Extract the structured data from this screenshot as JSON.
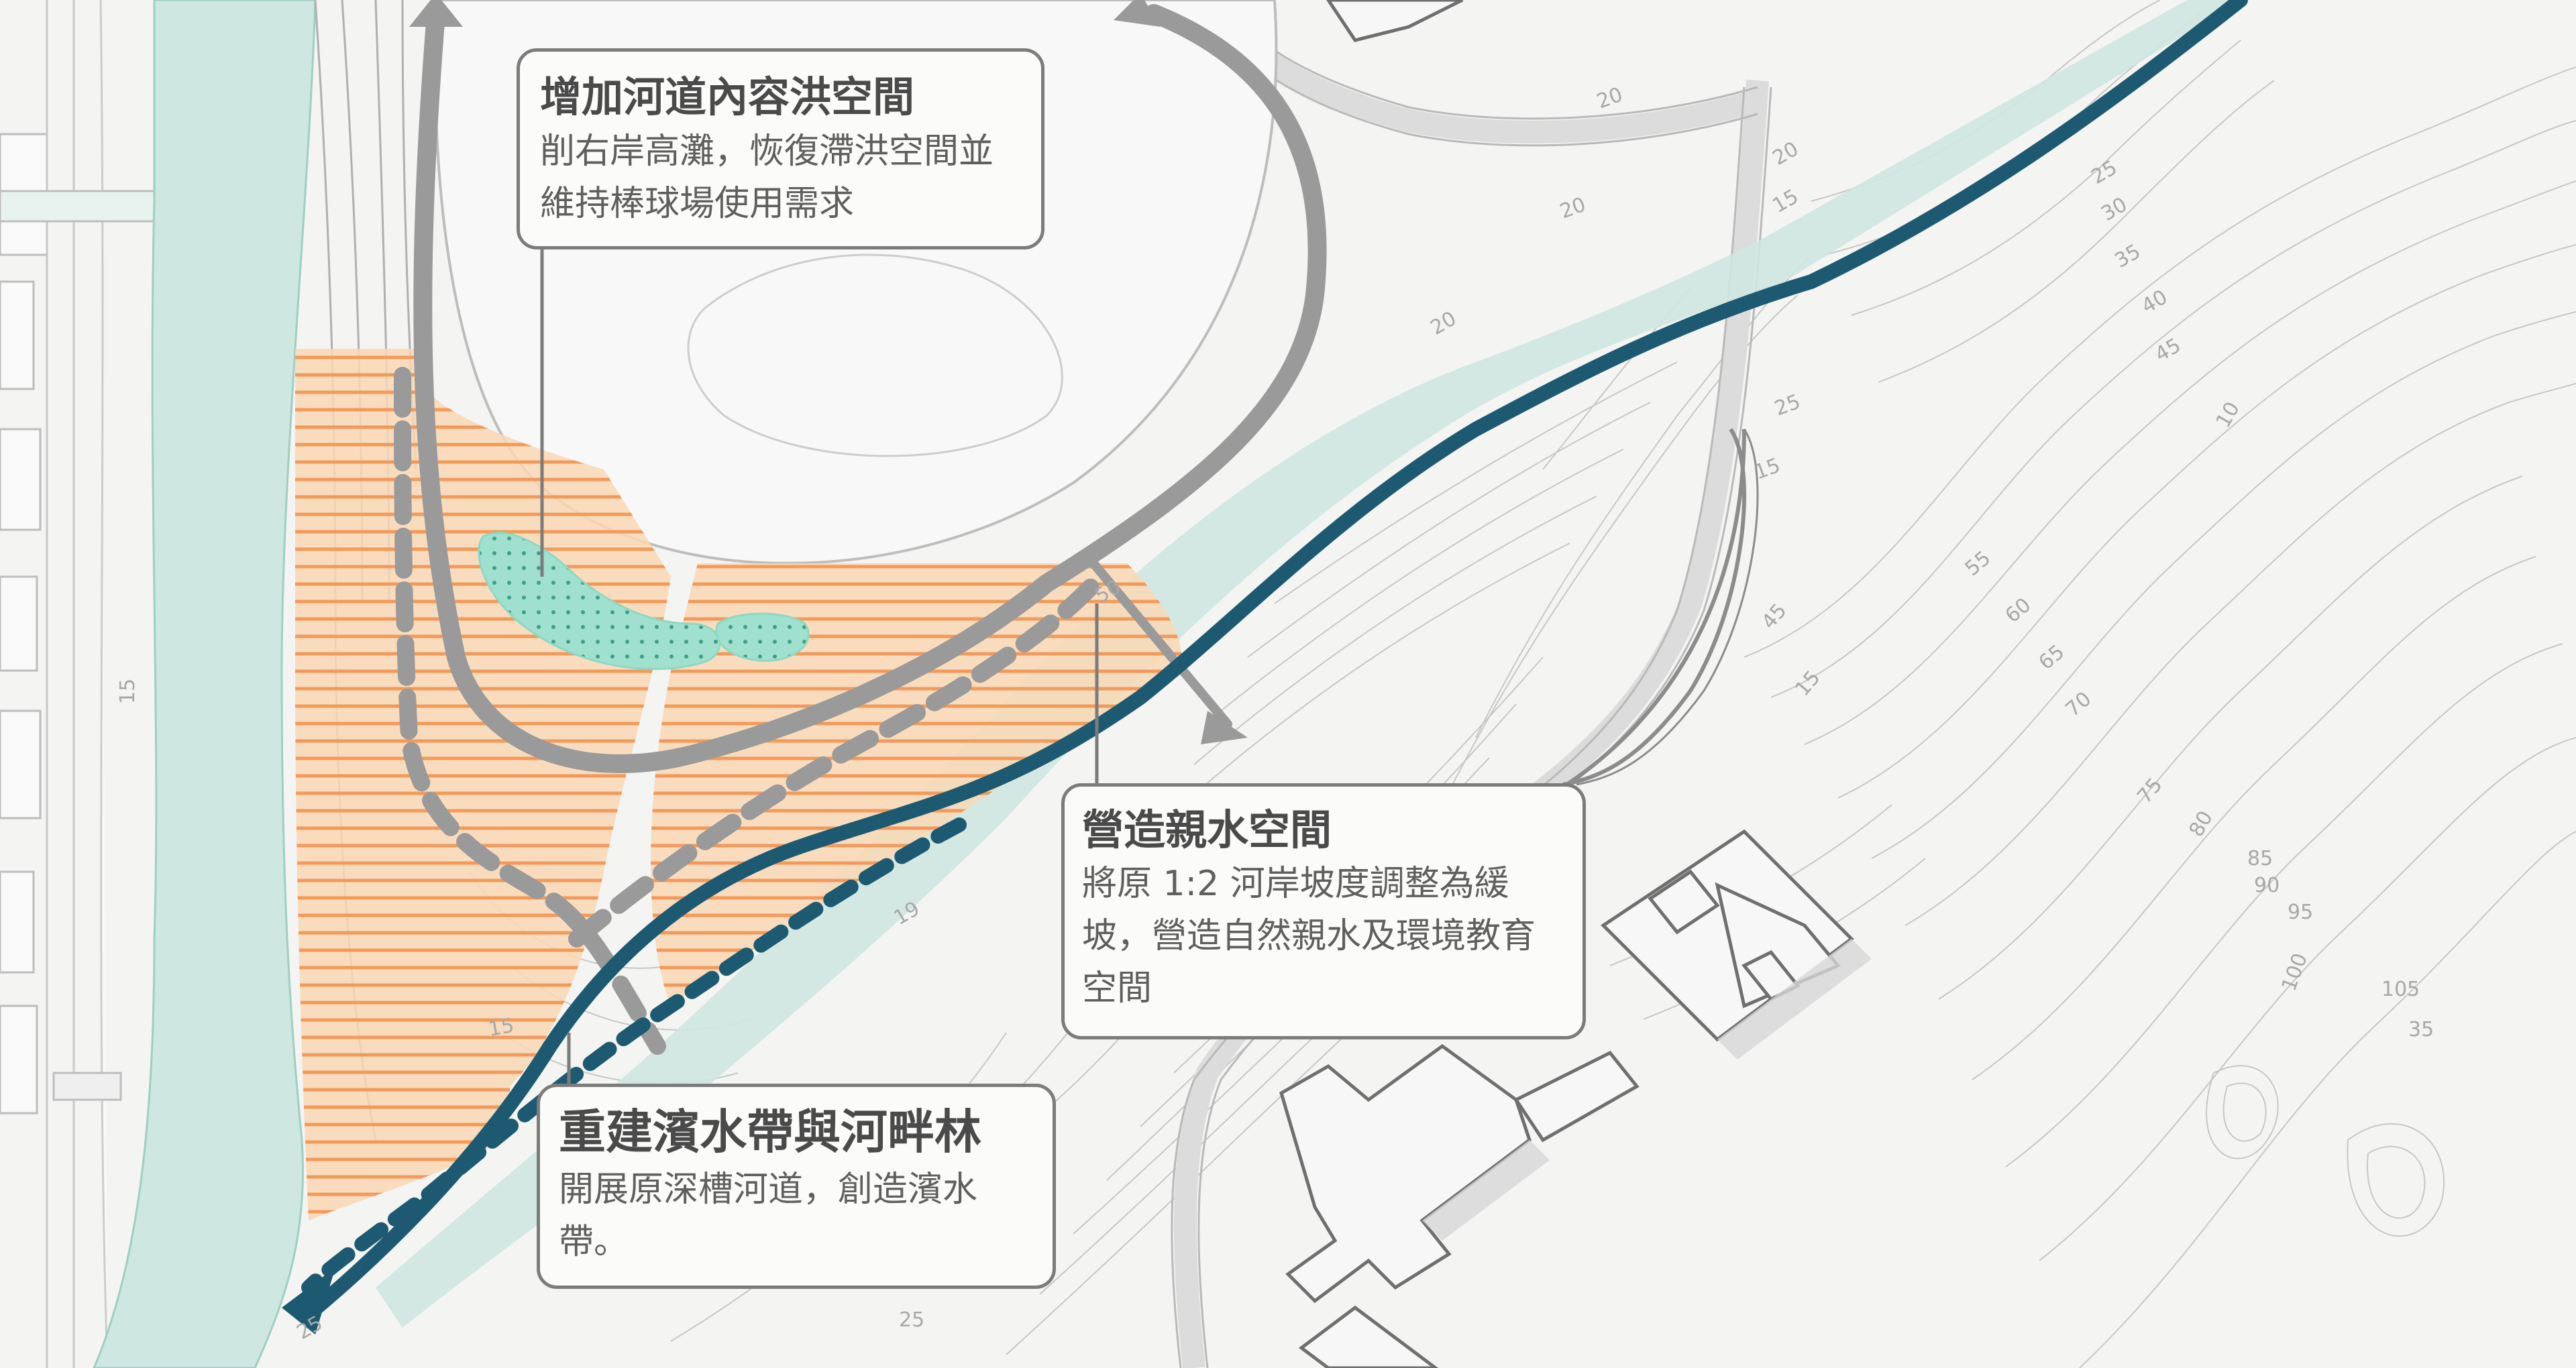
{
  "colors": {
    "background": "#f4f4f3",
    "river": "#cfe7e1",
    "flow_line": "#1d5a72",
    "gray_arrow": "#9a9a9a",
    "orange_hatch": "#f29a5c",
    "orange_fill": "#fbd9b4",
    "wetland": "#8fd8c4",
    "callout_border": "#7c7c7c"
  },
  "icons": [
    "flow-arrow-icon",
    "gray-arrow-icon",
    "dotted-wetland-icon"
  ],
  "callouts": {
    "flood_space": {
      "title": "增加河道內容洪空間",
      "body": "削右岸高灘，恢復滯洪空間並維持棒球場使用需求"
    },
    "waterfront": {
      "title": "營造親水空間",
      "body": "將原 1:2 河岸坡度調整為緩坡，營造自然親水及環境教育空間"
    },
    "riparian": {
      "title": "重建濱水帶與河畔林",
      "body": "開展原深槽河道，創造濱水帶。"
    }
  },
  "contour_labels": [
    "20",
    "20",
    "20",
    "15",
    "25",
    "30",
    "35",
    "40",
    "45",
    "10",
    "15",
    "20",
    "25",
    "15",
    "50",
    "55",
    "60",
    "65",
    "70",
    "75",
    "80",
    "85",
    "90",
    "95",
    "100",
    "105",
    "35",
    "45",
    "15",
    "19",
    "15",
    "25",
    "25"
  ]
}
